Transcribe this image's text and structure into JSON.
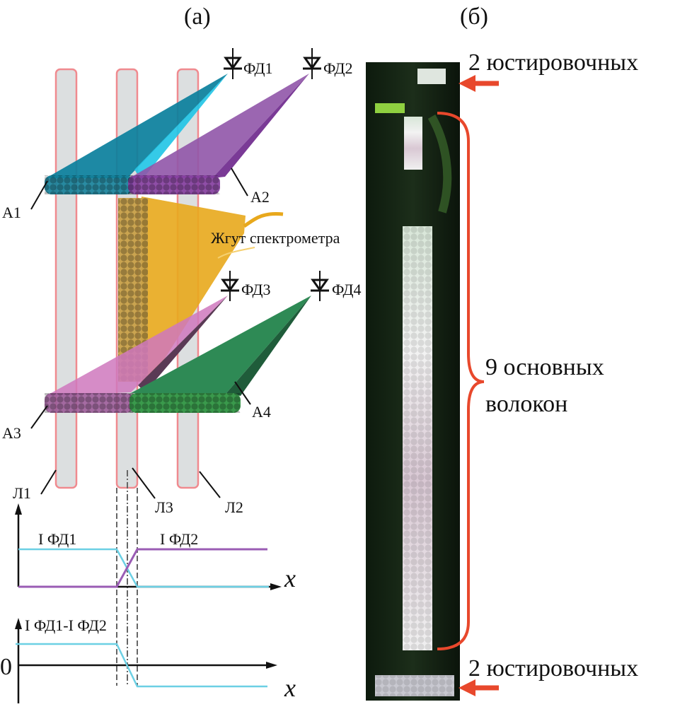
{
  "panel_a": {
    "title": "(а)",
    "photodiodes": [
      "ФД1",
      "ФД2",
      "ФД3",
      "ФД4"
    ],
    "arrays": [
      "А1",
      "А2",
      "А3",
      "А4"
    ],
    "lenses": [
      "Л1",
      "Л3",
      "Л2"
    ],
    "harness_label": "Жгут спектрометра",
    "graph1": {
      "label_fd1": "I ФД1",
      "label_fd2": "I ФД2",
      "x_label": "x"
    },
    "graph2": {
      "label": "I ФД1-I ФД2",
      "zero": "0",
      "x_label": "x"
    }
  },
  "panel_b": {
    "title": "(б)",
    "top_label": "2 юстировочных",
    "middle_label_line1": "9 основных",
    "middle_label_line2": "волокон",
    "bottom_label": "2 юстировочных"
  },
  "colors": {
    "teal": "#0a8aa6",
    "cyan": "#1fc0e0",
    "purple": "#8a4aa6",
    "orange": "#e8a81c",
    "pink": "#c872b4",
    "green": "#2e8a55",
    "red": "#e8482c"
  }
}
